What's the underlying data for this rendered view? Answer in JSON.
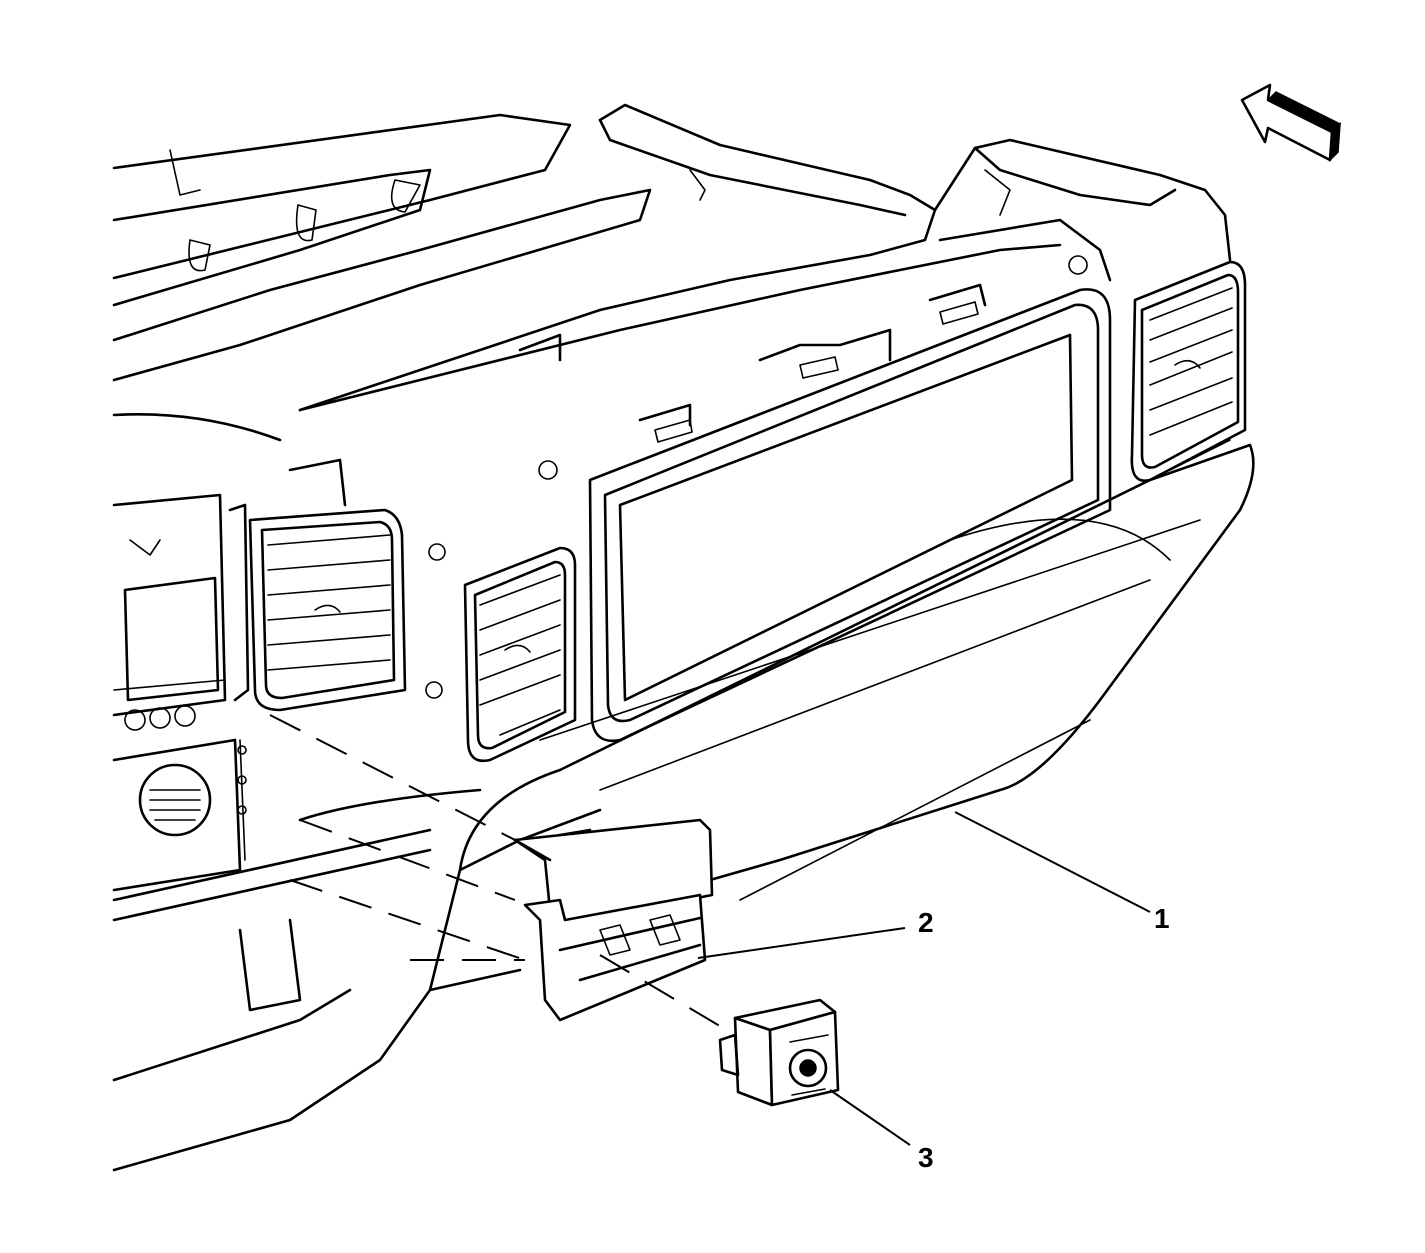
{
  "callouts": [
    {
      "id": "1",
      "label": "1"
    },
    {
      "id": "2",
      "label": "2"
    },
    {
      "id": "3",
      "label": "3"
    }
  ],
  "icons": {
    "orientation": "view-direction-arrow-icon"
  },
  "colors": {
    "line": "#000000",
    "background": "#ffffff"
  }
}
